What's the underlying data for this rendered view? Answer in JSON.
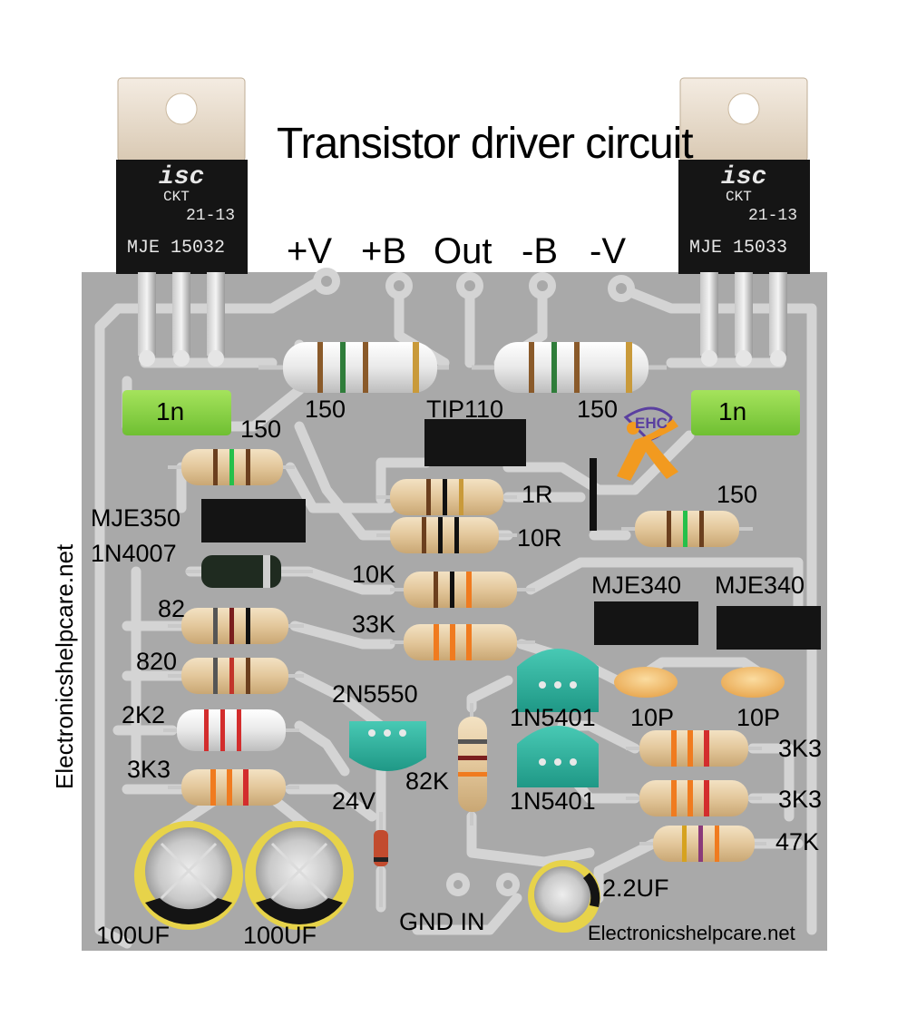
{
  "title": "Transistor driver circuit",
  "rails": {
    "pos_v": "+V",
    "pos_b": "+B",
    "out": "Out",
    "neg_b": "-B",
    "neg_v": "-V"
  },
  "power_transistors": {
    "left": {
      "brand": "isc",
      "sub": "CKT",
      "code": "21-13",
      "part": "MJE 15032"
    },
    "right": {
      "brand": "isc",
      "sub": "CKT",
      "code": "21-13",
      "part": "MJE 15033"
    }
  },
  "labels": {
    "cap_1n_left": "1n",
    "cap_1n_right": "1n",
    "res_150_top_left": "150",
    "res_150_top_right": "150",
    "res_150_left": "150",
    "res_150_right": "150",
    "tip110": "TIP110",
    "res_1r": "1R",
    "res_10r": "10R",
    "mje350": "MJE350",
    "diode_1n4007": "1N4007",
    "res_10k": "10K",
    "res_33k": "33K",
    "mje340_a": "MJE340",
    "mje340_b": "MJE340",
    "res_82": "82",
    "res_820": "820",
    "res_2k2": "2K2",
    "res_3k3_left": "3K3",
    "q_2n5550": "2N5550",
    "diode_1n5401_a": "1N5401",
    "diode_1n5401_b": "1N5401",
    "cap_10p_a": "10P",
    "cap_10p_b": "10P",
    "res_3k3_r1": "3K3",
    "res_3k3_r2": "3K3",
    "res_47k": "47K",
    "res_82k": "82K",
    "zener_24v": "24V",
    "gnd_in": "GND IN",
    "cap_2u2": "2.2UF",
    "cap_100uf_a": "100UF",
    "cap_100uf_b": "100UF",
    "logo": "EHC"
  },
  "watermark_bottom": "Electronicshelpcare.net",
  "watermark_side": "Electronicshelpcare.net",
  "colors": {
    "pcb": "#a9a9a9",
    "trace": "#d4d4d4",
    "film_cap": "#8fd34a",
    "transistor_body": "#141414",
    "tab": "#e6d9c8",
    "electrolytic": "#e7d34a",
    "logo_orange": "#f29a1f",
    "logo_purple": "#5a3fa0"
  }
}
